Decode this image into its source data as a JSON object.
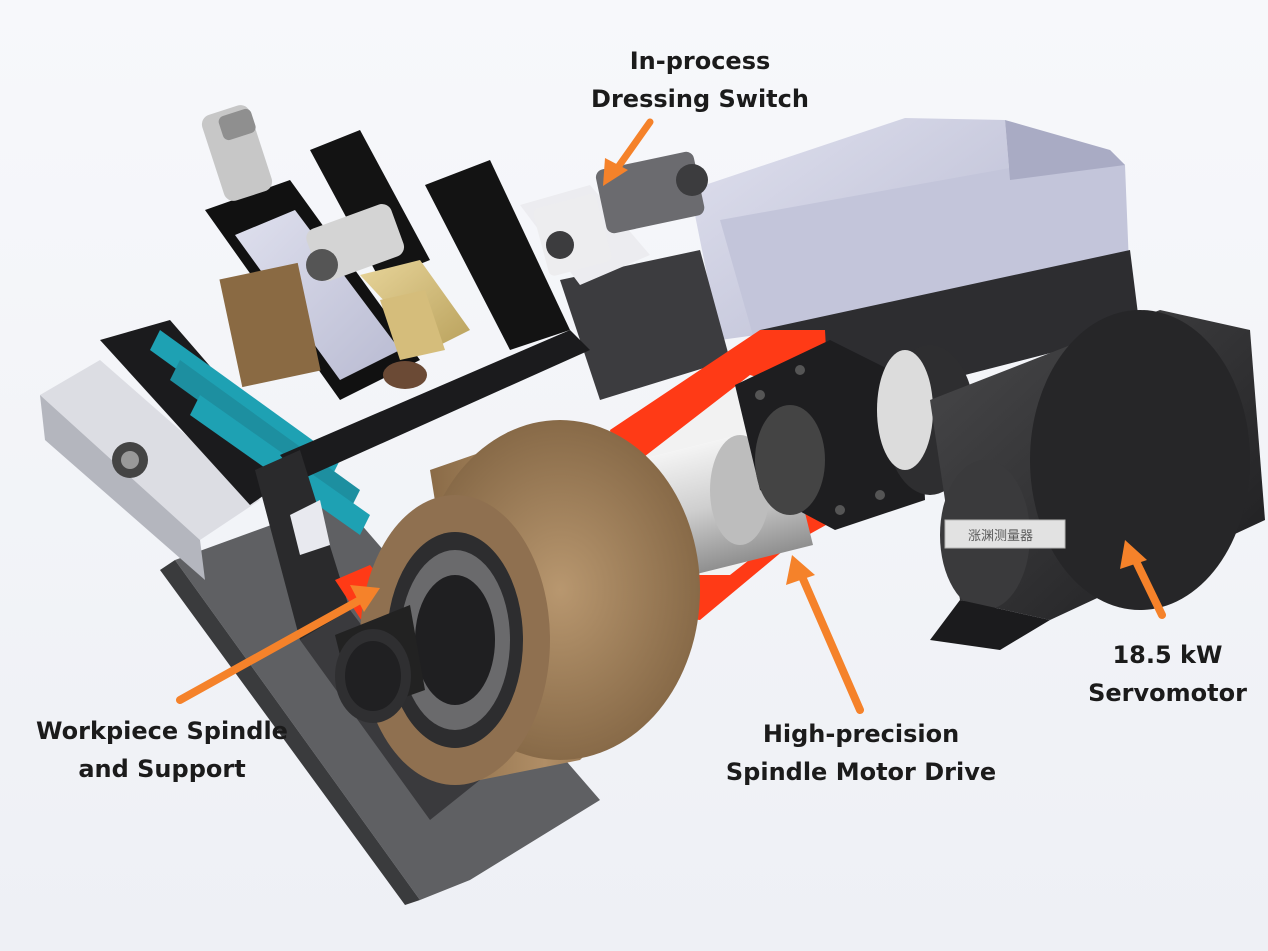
{
  "labels": {
    "dressing_switch": {
      "line1": "In-process",
      "line2": "Dressing Switch"
    },
    "workpiece_spindle": {
      "line1": "Workpiece Spindle",
      "line2": "and Support"
    },
    "spindle_motor_drive": {
      "line1": "High-precision",
      "line2": "Spindle Motor Drive"
    },
    "servomotor": {
      "line1": "18.5 kW",
      "line2": "Servomotor"
    }
  },
  "watermark": "涨渊测量器",
  "colors": {
    "arrow": "#f5822a",
    "highlight_red": "#ff3a16",
    "wheel": "#9c7b57",
    "teal": "#1ea1b3",
    "dark": "#2b2b2d",
    "frame_light": "#c9cce0"
  }
}
